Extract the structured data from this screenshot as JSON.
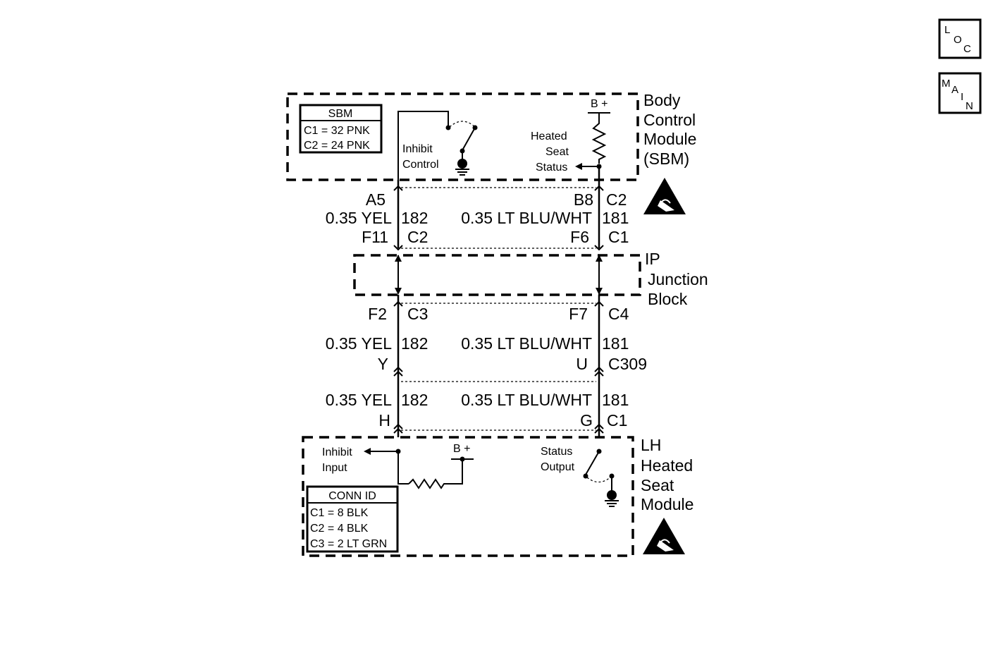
{
  "nav": {
    "loc": [
      "L",
      "O",
      "C"
    ],
    "main": [
      "M",
      "A",
      "I",
      "N"
    ]
  },
  "bcm": {
    "title": [
      "Body",
      "Control",
      "Module",
      "(SBM)"
    ],
    "id_box": {
      "title": "SBM",
      "rows": [
        "C1 = 32 PNK",
        "C2 = 24 PNK"
      ]
    },
    "inhibit_label": [
      "Inhibit",
      "Control"
    ],
    "bplus": "B +",
    "status_label": [
      "Heated",
      "Seat",
      "Status"
    ]
  },
  "ipjb": {
    "title": [
      "IP",
      "Junction",
      "Block"
    ]
  },
  "seat": {
    "title": [
      "LH",
      "Heated",
      "Seat",
      "Module"
    ],
    "inhibit_label": [
      "Inhibit",
      "Input"
    ],
    "bplus": "B +",
    "status_label": [
      "Status",
      "Output"
    ],
    "id_box": {
      "title": "CONN ID",
      "rows": [
        "C1 = 8 BLK",
        "C2 = 4 BLK",
        "C3 = 2 LT GRN"
      ]
    }
  },
  "circuits": {
    "left": {
      "bcm_pin": "A5",
      "wire1": "0.35 YEL",
      "num1": "182",
      "ip_in_pin": "F11",
      "ip_in_conn": "C2",
      "ip_out_pin": "F2",
      "ip_out_conn": "C3",
      "wire2": "0.35 YEL",
      "num2": "182",
      "c309_pin": "Y",
      "wire3": "0.35 YEL",
      "num3": "182",
      "seat_pin": "H"
    },
    "right": {
      "bcm_pin": "B8",
      "bcm_conn": "C2",
      "wire1": "0.35 LT BLU/WHT",
      "num1": "181",
      "ip_in_pin": "F6",
      "ip_in_conn": "C1",
      "ip_out_pin": "F7",
      "ip_out_conn": "C4",
      "wire2": "0.35 LT BLU/WHT",
      "num2": "181",
      "c309_pin": "U",
      "c309_conn": "C309",
      "wire3": "0.35 LT BLU/WHT",
      "num3": "181",
      "seat_pin": "G",
      "seat_conn": "C1"
    }
  }
}
